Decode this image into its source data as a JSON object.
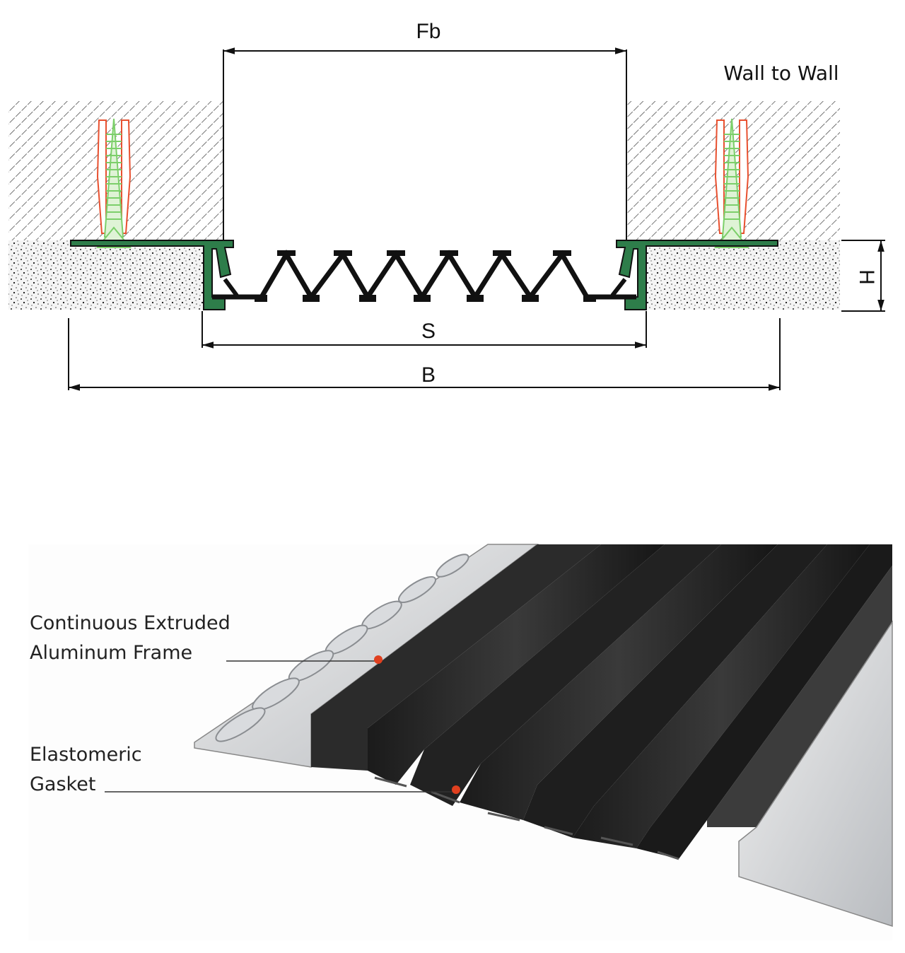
{
  "top_diagram": {
    "title": "Wall to Wall",
    "dimensions": {
      "fb": "Fb",
      "s": "S",
      "b": "B",
      "h": "H"
    }
  },
  "product_photo": {
    "labels": {
      "frame_line1": "Continuous Extruded",
      "frame_line2": "Aluminum Frame",
      "gasket_line1": "Elastomeric",
      "gasket_line2": "Gasket"
    }
  },
  "colors": {
    "frame_green": "#2e7d4a",
    "anchor_red": "#e8502f",
    "screw_green": "#7ccf6a",
    "leader_dot": "#e0401f",
    "gasket_black": "#1a1a1a"
  }
}
